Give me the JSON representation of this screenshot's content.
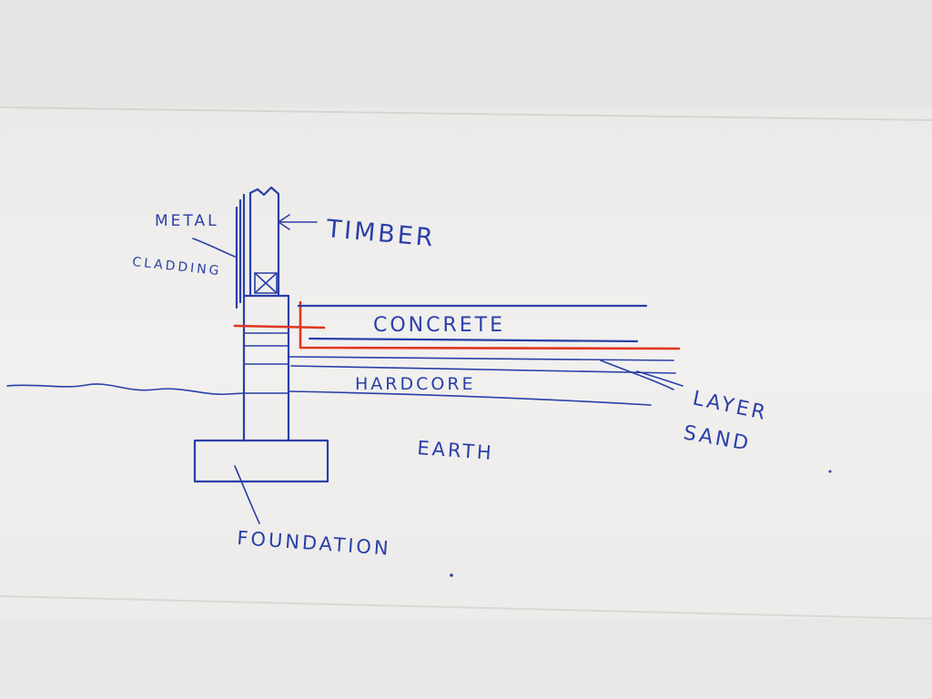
{
  "labels": {
    "metal": "METAL",
    "cladding": "CLADDING",
    "timber": "TIMBER",
    "concrete": "CONCRETE",
    "hardcore": "HARDCORE",
    "layer": "LAYER",
    "sand": "SAND",
    "earth": "EARTH",
    "foundation": "FOUNDATION"
  },
  "colors": {
    "ink": "#2a3fa8",
    "red_membrane": "#e0361f",
    "paper": "#f1f0ee"
  }
}
